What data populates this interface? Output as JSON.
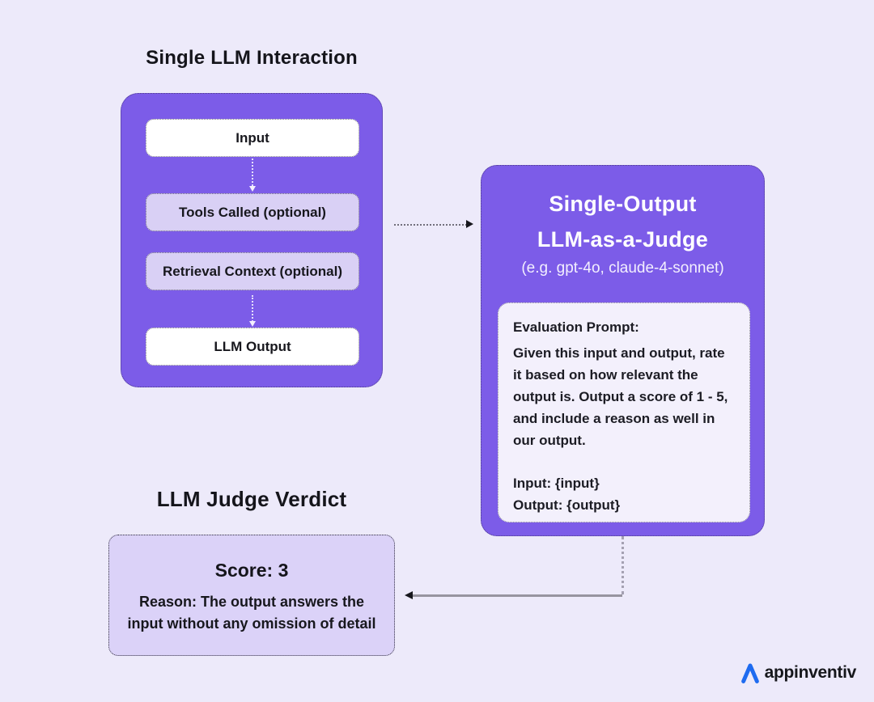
{
  "colors": {
    "background": "#EDEAFA",
    "panel_purple": "#7C5CE8",
    "lavender_box": "#D9D0F5",
    "verdict_box": "#DBD2F8",
    "prompt_box": "#F3F0FC",
    "text_dark": "#1A1A22",
    "arrow_gray": "#97949F",
    "logo_blue": "#1E6BF0"
  },
  "left_flow": {
    "title": "Single LLM Interaction",
    "steps": [
      {
        "label": "Input"
      },
      {
        "label": "Tools Called (optional)"
      },
      {
        "label": "Retrieval Context (optional)"
      },
      {
        "label": "LLM Output"
      }
    ]
  },
  "judge_panel": {
    "title_line1": "Single-Output",
    "title_line2": "LLM-as-a-Judge",
    "subtitle": "(e.g. gpt-4o, claude-4-sonnet)",
    "prompt": {
      "label": "Evaluation Prompt:",
      "body": "Given this input and output, rate it based on how relevant the output is. Output a score of 1 - 5, and include a reason as well in our output.",
      "input_line": "Input: {input}",
      "output_line": "Output: {output}"
    }
  },
  "verdict": {
    "title": "LLM Judge Verdict",
    "score": "Score: 3",
    "reason_line1": "Reason: The output answers the",
    "reason_line2": "input without any omission of detail"
  },
  "footer": {
    "brand": "appinventiv"
  }
}
